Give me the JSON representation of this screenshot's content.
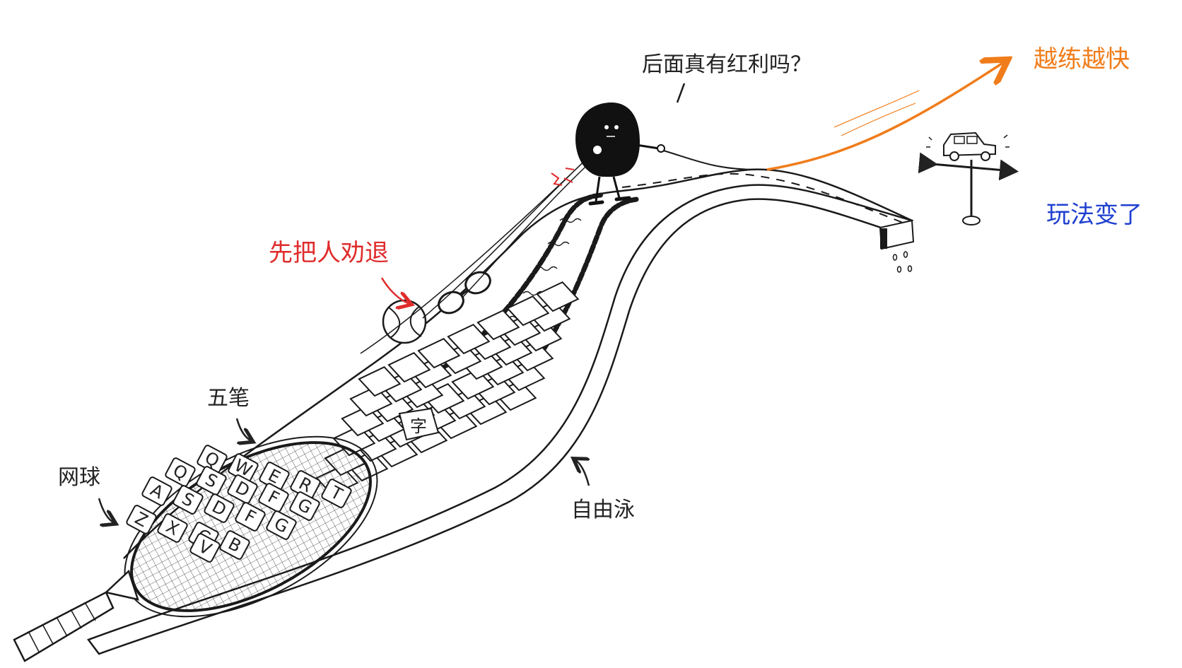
{
  "labels": {
    "question": "后面真有红利吗？",
    "faster": "越练越快",
    "rules_changed": "玩法变了",
    "deter_first": "先把人劝退",
    "wubi": "五笔",
    "tennis": "网球",
    "freestyle": "自由泳"
  },
  "keyboard": {
    "center_key": "字",
    "racket_rows": [
      [
        "Q",
        "W",
        "E",
        "R",
        "T"
      ],
      [
        "Q",
        "S",
        "D",
        "F",
        "G"
      ],
      [
        "A",
        "S",
        "D",
        "F",
        "G"
      ],
      [
        "Z",
        "X",
        "C",
        "B"
      ],
      [
        "V"
      ]
    ]
  },
  "colors": {
    "ink": "#1a1a1a",
    "faster": "#f07c1a",
    "rules_changed": "#1e3fd0",
    "deter_first": "#e02b2b"
  },
  "icons": [
    "tennis-ball-icon",
    "swim-goggles-icon",
    "car-icon",
    "blob-character-icon",
    "double-arrow-icon"
  ]
}
